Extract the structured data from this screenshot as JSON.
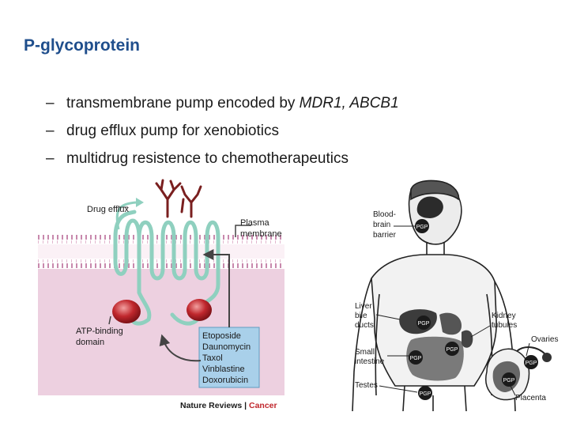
{
  "slide": {
    "title": "P-glycoprotein",
    "bullets": [
      {
        "dash": "–",
        "text": "transmembrane pump encoded by ",
        "italic": "MDR1, ABCB1"
      },
      {
        "dash": "–",
        "text": "drug efflux pump for xenobiotics",
        "italic": ""
      },
      {
        "dash": "–",
        "text": "multidrug resistence to chemotherapeutics",
        "italic": ""
      }
    ]
  },
  "membrane_figure": {
    "drug_efflux": "Drug efflux",
    "plasma_membrane": [
      "Plasma",
      "membrane"
    ],
    "atp_binding": [
      "ATP-binding",
      "domain"
    ],
    "drugs": [
      "Etoposide",
      "Daunomycin",
      "Taxol",
      "Vinblastine",
      "Doxorubicin"
    ],
    "credit_journal": "Nature Reviews",
    "credit_sep": " | ",
    "credit_topic": "Cancer",
    "colors": {
      "cytoplasm": "#e9c4d8",
      "transporter": "#8fd0bf",
      "atp": "#c0272d",
      "glycan": "#7a1f1f",
      "box": "#a9d0ea",
      "credit_accent": "#c0272d"
    }
  },
  "body_figure": {
    "blood_brain_barrier": [
      "Blood-",
      "brain",
      "barrier"
    ],
    "liver": [
      "Liver",
      "bile",
      "ducts"
    ],
    "small_intestine": [
      "Small",
      "intestine"
    ],
    "testes": "Testes",
    "kidney": [
      "Kidney",
      "tubules"
    ],
    "ovaries": "Ovaries",
    "placenta": "Placenta",
    "pgp_tag": "PGP"
  }
}
